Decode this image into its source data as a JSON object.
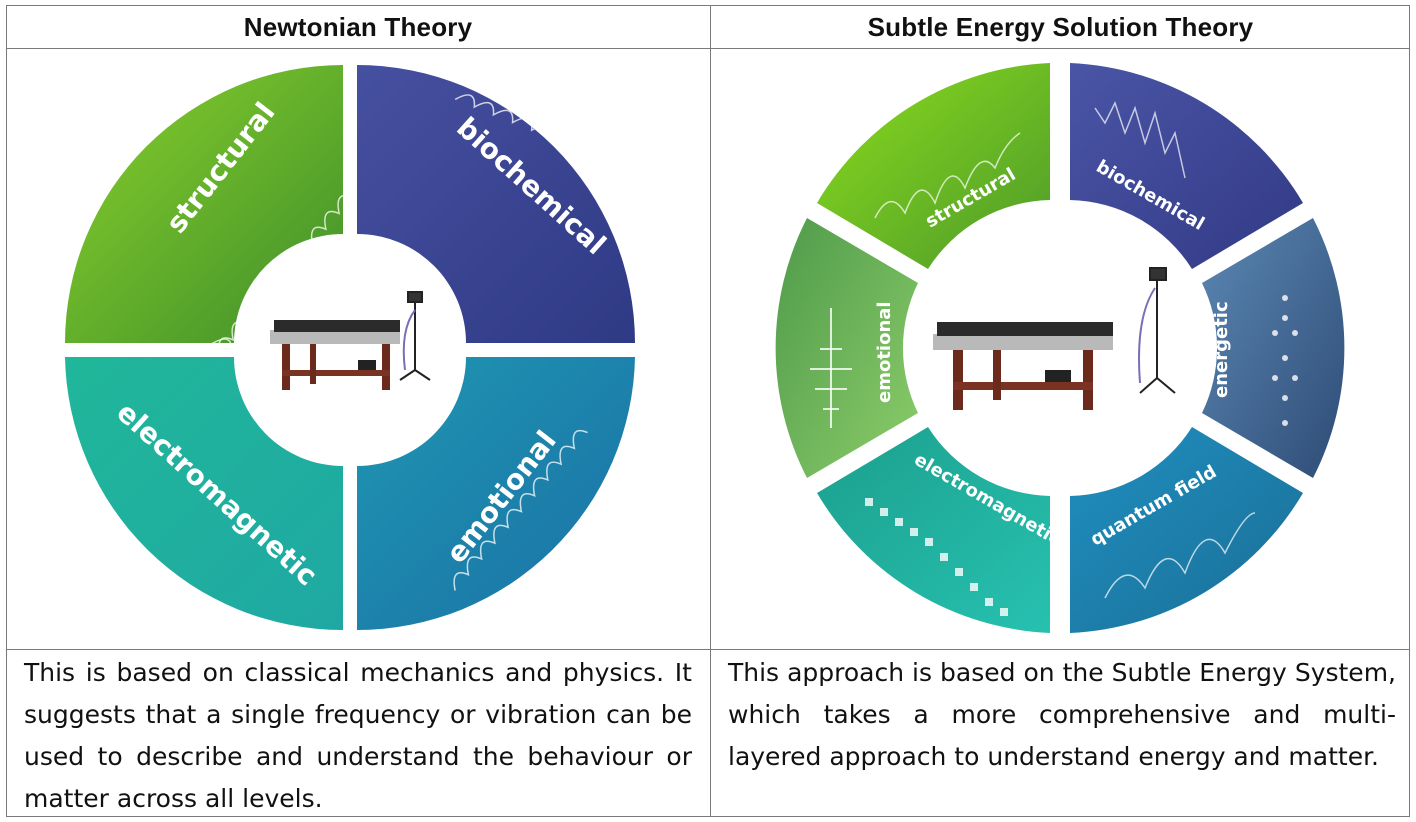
{
  "left": {
    "title": "Newtonian Theory",
    "segments": [
      "structural",
      "biochemical",
      "electromagnetic",
      "emotional"
    ],
    "description": "This is based on classical mechanics and physics. It suggests that a single frequency or vibration can be used to describe and understand the behaviour or matter across all levels."
  },
  "right": {
    "title": "Subtle Energy Solution Theory",
    "segments": [
      "structural",
      "biochemical",
      "energetic",
      "quantum field",
      "electromagnetic",
      "emotional"
    ],
    "description": "This approach is based on the Subtle Energy System, which takes a more comprehensive and multi-layered approach to understand energy and matter."
  },
  "colors": {
    "green": "#62b42a",
    "indigo": "#3c4593",
    "teal": "#1aa9a0",
    "blue": "#1e83b3",
    "steel": "#3f6f97"
  },
  "icons": [
    "spring-coil-icon",
    "waveform-icon",
    "therapy-table-icon",
    "speaker-stand-icon"
  ]
}
